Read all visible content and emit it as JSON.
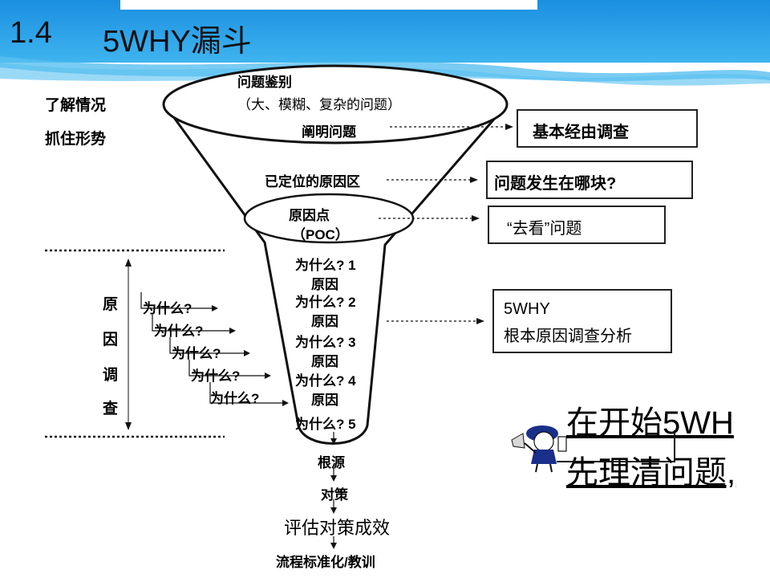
{
  "slide": {
    "title_num": "1.4",
    "title_text": "5WHY漏斗"
  },
  "left_labels": {
    "understand": "了解情况",
    "grasp": "抓住形势",
    "cause_investigation": [
      "原",
      "因",
      "调",
      "查"
    ]
  },
  "funnel": {
    "problem_identify": "问题鉴别",
    "problem_desc": "（大、模糊、复杂的问题）",
    "clarify": "阐明问题",
    "located_area": "已定位的原因区",
    "poc_line1": "原因点",
    "poc_line2": "（POC）",
    "whys": [
      {
        "label": "为什么?",
        "num": "1",
        "cause": "原因"
      },
      {
        "label": "为什么?",
        "num": "2",
        "cause": "原因"
      },
      {
        "label": "为什么?",
        "num": "3",
        "cause": "原因"
      },
      {
        "label": "为什么?",
        "num": "4",
        "cause": "原因"
      },
      {
        "label": "为什么?",
        "num": "5",
        "cause": ""
      }
    ],
    "root": "根源",
    "countermeasure": "对策",
    "evaluate": "评估对策成效",
    "standardize": "流程标准化/教训"
  },
  "stair_whys": [
    "为什么?",
    "为什么?",
    "为什么?",
    "为什么?",
    "为什么?"
  ],
  "right_boxes": {
    "basic_survey": "基本经由调查",
    "where_problem": "问题发生在哪块?",
    "go_see": "“去看”问题",
    "fivewhy_line1": "5WHY",
    "fivewhy_line2": "根本原因调查分析"
  },
  "banner": {
    "line1": "在开始5WH",
    "line2": "先理清问题,"
  },
  "colors": {
    "header_blue": "#1e9be8",
    "header_light": "#7fd0f5",
    "box_border": "#222222"
  }
}
